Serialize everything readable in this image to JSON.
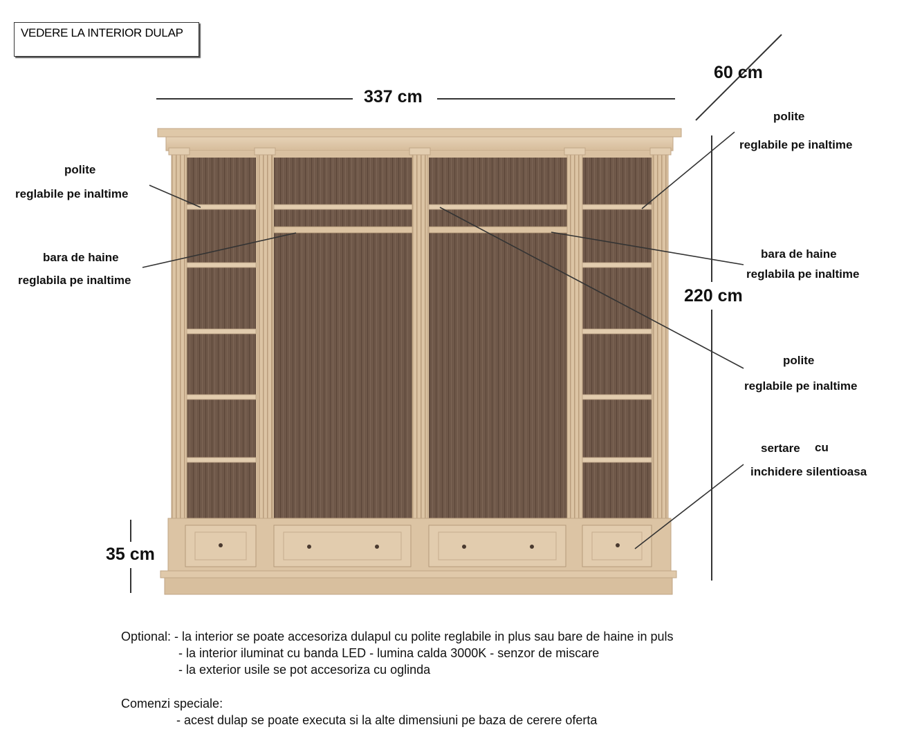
{
  "title": "VEDERE LA INTERIOR DULAP",
  "dimensions": {
    "width": "337 cm",
    "depth": "60 cm",
    "height": "220 cm",
    "base": "35 cm"
  },
  "labels": {
    "left_shelves": {
      "line1": "polite",
      "line2": "reglabile  pe inaltime"
    },
    "left_rail": {
      "line1": "bara de haine",
      "line2": "reglabila  pe inaltime"
    },
    "right_shelves_top": {
      "line1": "polite",
      "line2": "reglabile  pe inaltime"
    },
    "right_rail": {
      "line1": "bara de haine",
      "line2": "reglabila pe inaltime"
    },
    "right_shelves_mid": {
      "line1": "polite",
      "line2": "reglabile  pe inaltime"
    },
    "drawers": {
      "line1a": "sertare",
      "line1b": "cu",
      "line2": "inchidere silentioasa"
    }
  },
  "notes": {
    "optional_1": "Optional: - la interior se poate accesoriza dulapul cu polite reglabile in plus sau bare de haine in puls",
    "optional_2": "- la interior iluminat cu banda LED - lumina calda 3000K - senzor de miscare",
    "optional_3": "- la exterior usile se pot accesoriza cu oglinda",
    "special_heading": "Comenzi speciale:",
    "special_1": "- acest dulap se poate executa si la alte dimensiuni pe baza de cerere oferta"
  },
  "colors": {
    "wood_light": "#dcc4a4",
    "wood_dark": "#6e5646",
    "line": "#333333"
  }
}
